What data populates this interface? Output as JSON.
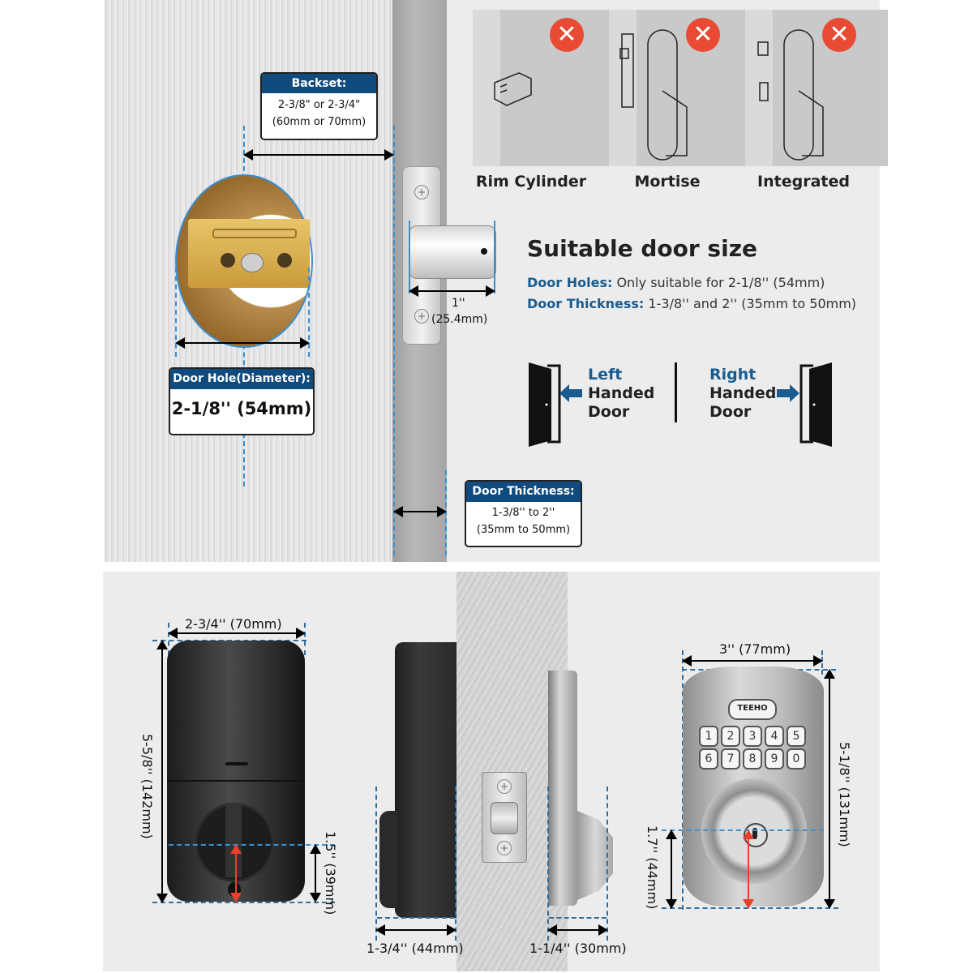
{
  "top_panel": {
    "backset": {
      "header": "Backset:",
      "line1": "2-3/8\" or 2-3/4\"",
      "line2": "(60mm or 70mm)"
    },
    "door_hole": {
      "header": "Door Hole(Diameter):",
      "value": "2-1/8'' (54mm)"
    },
    "latch_extension": {
      "line1": "1''",
      "line2": "(25.4mm)"
    },
    "door_thickness_callout": {
      "header": "Door Thickness:",
      "line1": "1-3/8'' to 2''",
      "line2": "(35mm to 50mm)"
    },
    "incompatible_locks": [
      {
        "label": "Rim Cylinder",
        "status_icon": "x-icon"
      },
      {
        "label": "Mortise",
        "status_icon": "x-icon"
      },
      {
        "label": "Integrated",
        "status_icon": "x-icon"
      }
    ],
    "suitable_size": {
      "title": "Suitable door size",
      "holes_key": "Door Holes:",
      "holes_value": " Only suitable for 2-1/8'' (54mm)",
      "thickness_key": "Door Thickness:",
      "thickness_value": " 1-3/8'' and 2'' (35mm to 50mm)"
    },
    "handedness": {
      "left": {
        "word1": "Left",
        "word2": "Handed",
        "word3": "Door"
      },
      "right": {
        "word1": "Right",
        "word2": "Handed",
        "word3": "Door"
      }
    },
    "colors": {
      "accent_blue": "#0f4b7e",
      "x_red": "#e84a33",
      "dim_line_blue": "#3a8fd0"
    }
  },
  "bottom_panel": {
    "interior_unit": {
      "width": "2-3/4'' (70mm)",
      "height": "5-5/8'' (142mm)",
      "thumbturn_height": "1.5'' (39mm)"
    },
    "side_view": {
      "interior_depth": "1-3/4'' (44mm)",
      "exterior_depth": "1-1/4'' (30mm)"
    },
    "exterior_keypad": {
      "brand": "TEEHO",
      "width": "3'' (77mm)",
      "height": "5-1/8'' (131mm)",
      "keyhole_height": "1.7'' (44mm)",
      "keys_row1": [
        "1",
        "2",
        "3",
        "4",
        "5"
      ],
      "keys_row2": [
        "6",
        "7",
        "8",
        "9",
        "0"
      ]
    }
  }
}
